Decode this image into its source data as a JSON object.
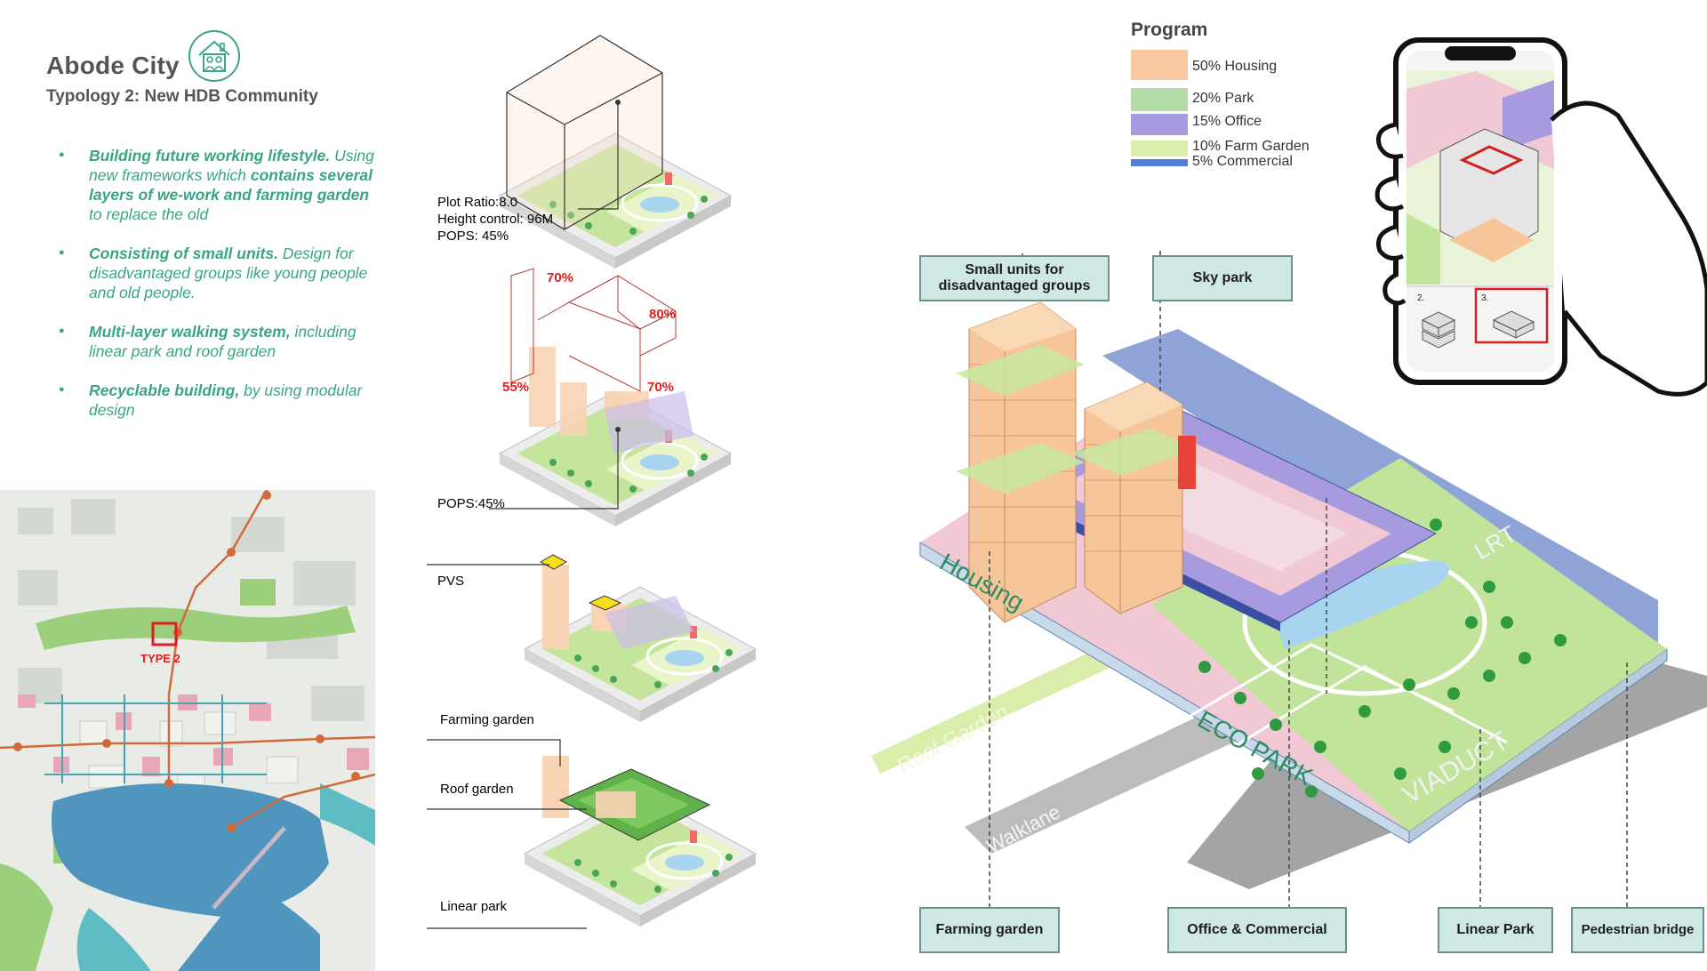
{
  "header": {
    "title": "Abode City",
    "subtitle": "Typology 2: New HDB Community",
    "logo_icon": "house-family-icon"
  },
  "bullets": [
    {
      "lead": "Building future working lifestyle.",
      "text1": " Using new frameworks which ",
      "bold2": "contains several layers of we-work and farming garden",
      "text2": " to replace the old"
    },
    {
      "lead": "Consisting of small units.",
      "text1": " Design for disadvantaged groups like young people and old people.",
      "bold2": "",
      "text2": ""
    },
    {
      "lead": "Multi-layer  walking system,",
      "text1": " including linear park and roof garden",
      "bold2": "",
      "text2": ""
    },
    {
      "lead": "Recyclable building,",
      "text1": " by using modular design",
      "bold2": "",
      "text2": ""
    }
  ],
  "map": {
    "site_label": "TYPE 2"
  },
  "process": {
    "step1": {
      "line1": "Plot Ratio:8.0",
      "line2": "Height control: 96M",
      "line3": "POPS: 45%"
    },
    "step2": {
      "pct_a": "70%",
      "pct_b": "80%",
      "pct_c": "55%",
      "pct_d": "70%",
      "label": "POPS:45%"
    },
    "step3": {
      "label": "PVS"
    },
    "step4": {
      "label_a": "Farming  garden",
      "label_b": "Roof garden",
      "label_c": "Linear park"
    }
  },
  "legend": {
    "title": "Program",
    "items": [
      {
        "label": "50% Housing",
        "color": "#f8c9a1"
      },
      {
        "label": "20% Park",
        "color": "#b5dca6"
      },
      {
        "label": "15% Office",
        "color": "#a79ade"
      },
      {
        "label": "10% Farm Garden",
        "color": "#d8eeaa"
      },
      {
        "label": "5% Commercial",
        "color": "#4f7fd6"
      }
    ]
  },
  "main": {
    "callouts": {
      "small_units": "Small units for disadvantaged groups",
      "sky_park": "Sky park",
      "farming_garden": "Farming garden",
      "office_commercial": "Office & Commercial",
      "linear_park": "Linear Park",
      "pedestrian_bridge": "Pedestrian bridge"
    },
    "labels": {
      "housing": "Housing",
      "eco_park": "ECO PARK",
      "lrt": "LRT",
      "viaduct": "VIADUCT",
      "roof_garden": "Roof Garden",
      "walklane": "Walklane"
    }
  },
  "phone": {
    "thumb_a": "2.",
    "thumb_b": "3."
  },
  "colors": {
    "accent_teal": "#3aa38a",
    "callout_fill": "#cfe8e6",
    "highlight_red": "#e01e1e"
  }
}
